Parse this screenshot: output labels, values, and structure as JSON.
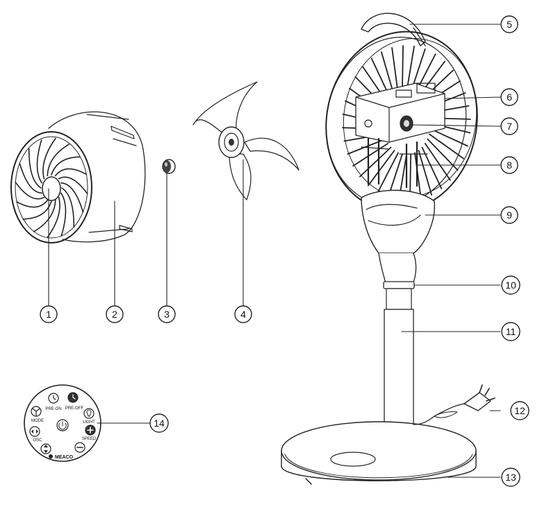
{
  "callouts": [
    {
      "id": "1",
      "label": "1"
    },
    {
      "id": "2",
      "label": "2"
    },
    {
      "id": "3",
      "label": "3"
    },
    {
      "id": "4",
      "label": "4"
    },
    {
      "id": "5",
      "label": "5"
    },
    {
      "id": "6",
      "label": "6"
    },
    {
      "id": "7",
      "label": "7"
    },
    {
      "id": "8",
      "label": "8"
    },
    {
      "id": "9",
      "label": "9"
    },
    {
      "id": "10",
      "label": "10"
    },
    {
      "id": "11",
      "label": "11"
    },
    {
      "id": "12",
      "label": "12"
    },
    {
      "id": "13",
      "label": "13"
    },
    {
      "id": "14",
      "label": "14"
    }
  ],
  "remote": {
    "pre_on": "PRE-ON",
    "pre_off": "PRE-OFF",
    "mode": "MODE",
    "light": "LIGHT",
    "osc": "OSC",
    "speed": "SPEED",
    "brand": "MEACO"
  }
}
